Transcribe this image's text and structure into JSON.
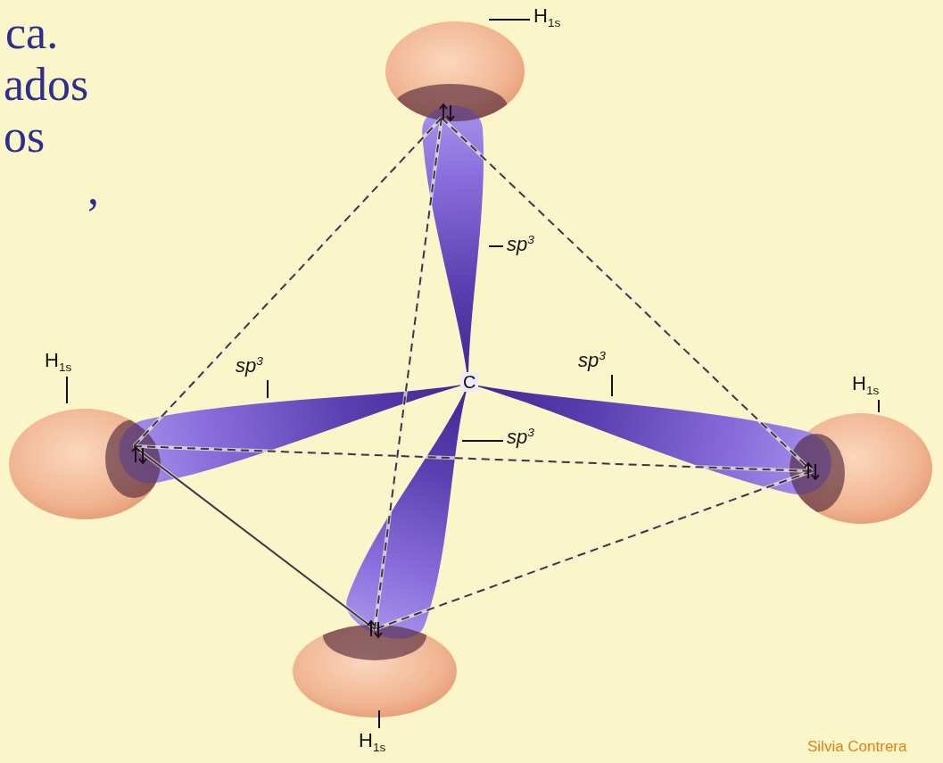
{
  "diagram": {
    "labels": [
      "ca.",
      "ados",
      "os",
      ",",
      "H1s",
      "sp3",
      "H1s",
      "sp3",
      "C",
      "sp3",
      "H1s",
      "sp3",
      "H1s",
      "Silvia Contrera"
    ]
  }
}
